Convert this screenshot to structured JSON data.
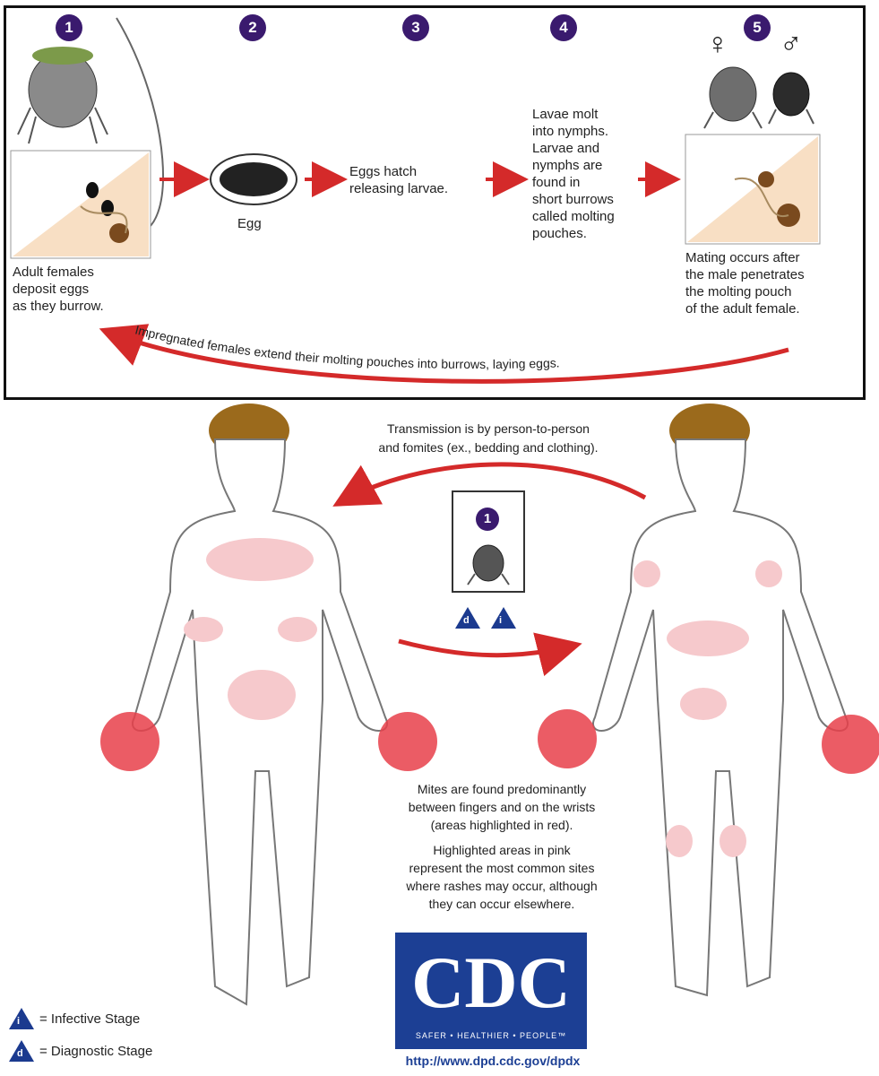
{
  "steps": [
    {
      "number": "1",
      "caption": "Adult females\ndeposit eggs\nas they burrow."
    },
    {
      "number": "2",
      "caption": "Egg"
    },
    {
      "number": "3",
      "caption": "Eggs hatch\nreleasing larvae."
    },
    {
      "number": "4",
      "caption": "Lavae molt\ninto nymphs.\nLarvae and\nnymphs are\nfound in\nshort burrows\ncalled molting\npouches."
    },
    {
      "number": "5",
      "caption": "Mating occurs after\nthe male penetrates\nthe molting pouch\nof the adult female."
    }
  ],
  "female_symbol": "♀",
  "male_symbol": "♂",
  "return_arrow_text": "Impregnated females extend their molting pouches into burrows, laying eggs.",
  "transmission_text": "Transmission is by person-to-person\nand fomites (ex., bedding and clothing).",
  "center_stage": {
    "number": "1",
    "diag_letter": "d",
    "inf_letter": "i"
  },
  "mites_text": "Mites are found predominantly\nbetween fingers and on the wrists\n(areas highlighted in red).",
  "rash_text": "Highlighted areas in pink\nrepresent the most common sites\nwhere rashes may occur, although\nthey can occur elsewhere.",
  "legend": [
    {
      "letter": "i",
      "label": "= Infective Stage"
    },
    {
      "letter": "d",
      "label": "= Diagnostic Stage"
    }
  ],
  "logo": {
    "text": "CDC",
    "tagline": "SAFER • HEALTHIER • PEOPLE™",
    "url": "http://www.dpd.cdc.gov/dpdx"
  },
  "colors": {
    "arrow": "#d42a2a",
    "stage_number": "#3a1a6e",
    "triangle": "#1b3a8f",
    "red_area": "#e8404a",
    "pink_area": "#f6c9cc",
    "hair": "#9b6a1c",
    "cdc_blue": "#1c3f94"
  }
}
